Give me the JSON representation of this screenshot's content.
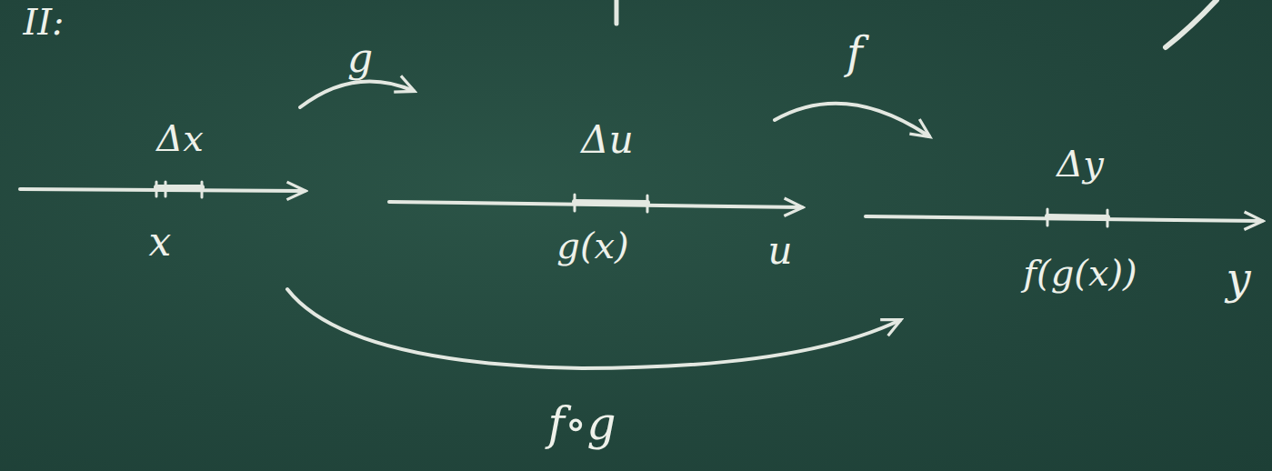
{
  "diagram": {
    "labels": [
      "II:",
      "g",
      "f",
      "Δx",
      "x",
      "Δu",
      "g(x)",
      "u",
      "Δy",
      "f(g(x))",
      "y",
      "f∘g"
    ]
  }
}
